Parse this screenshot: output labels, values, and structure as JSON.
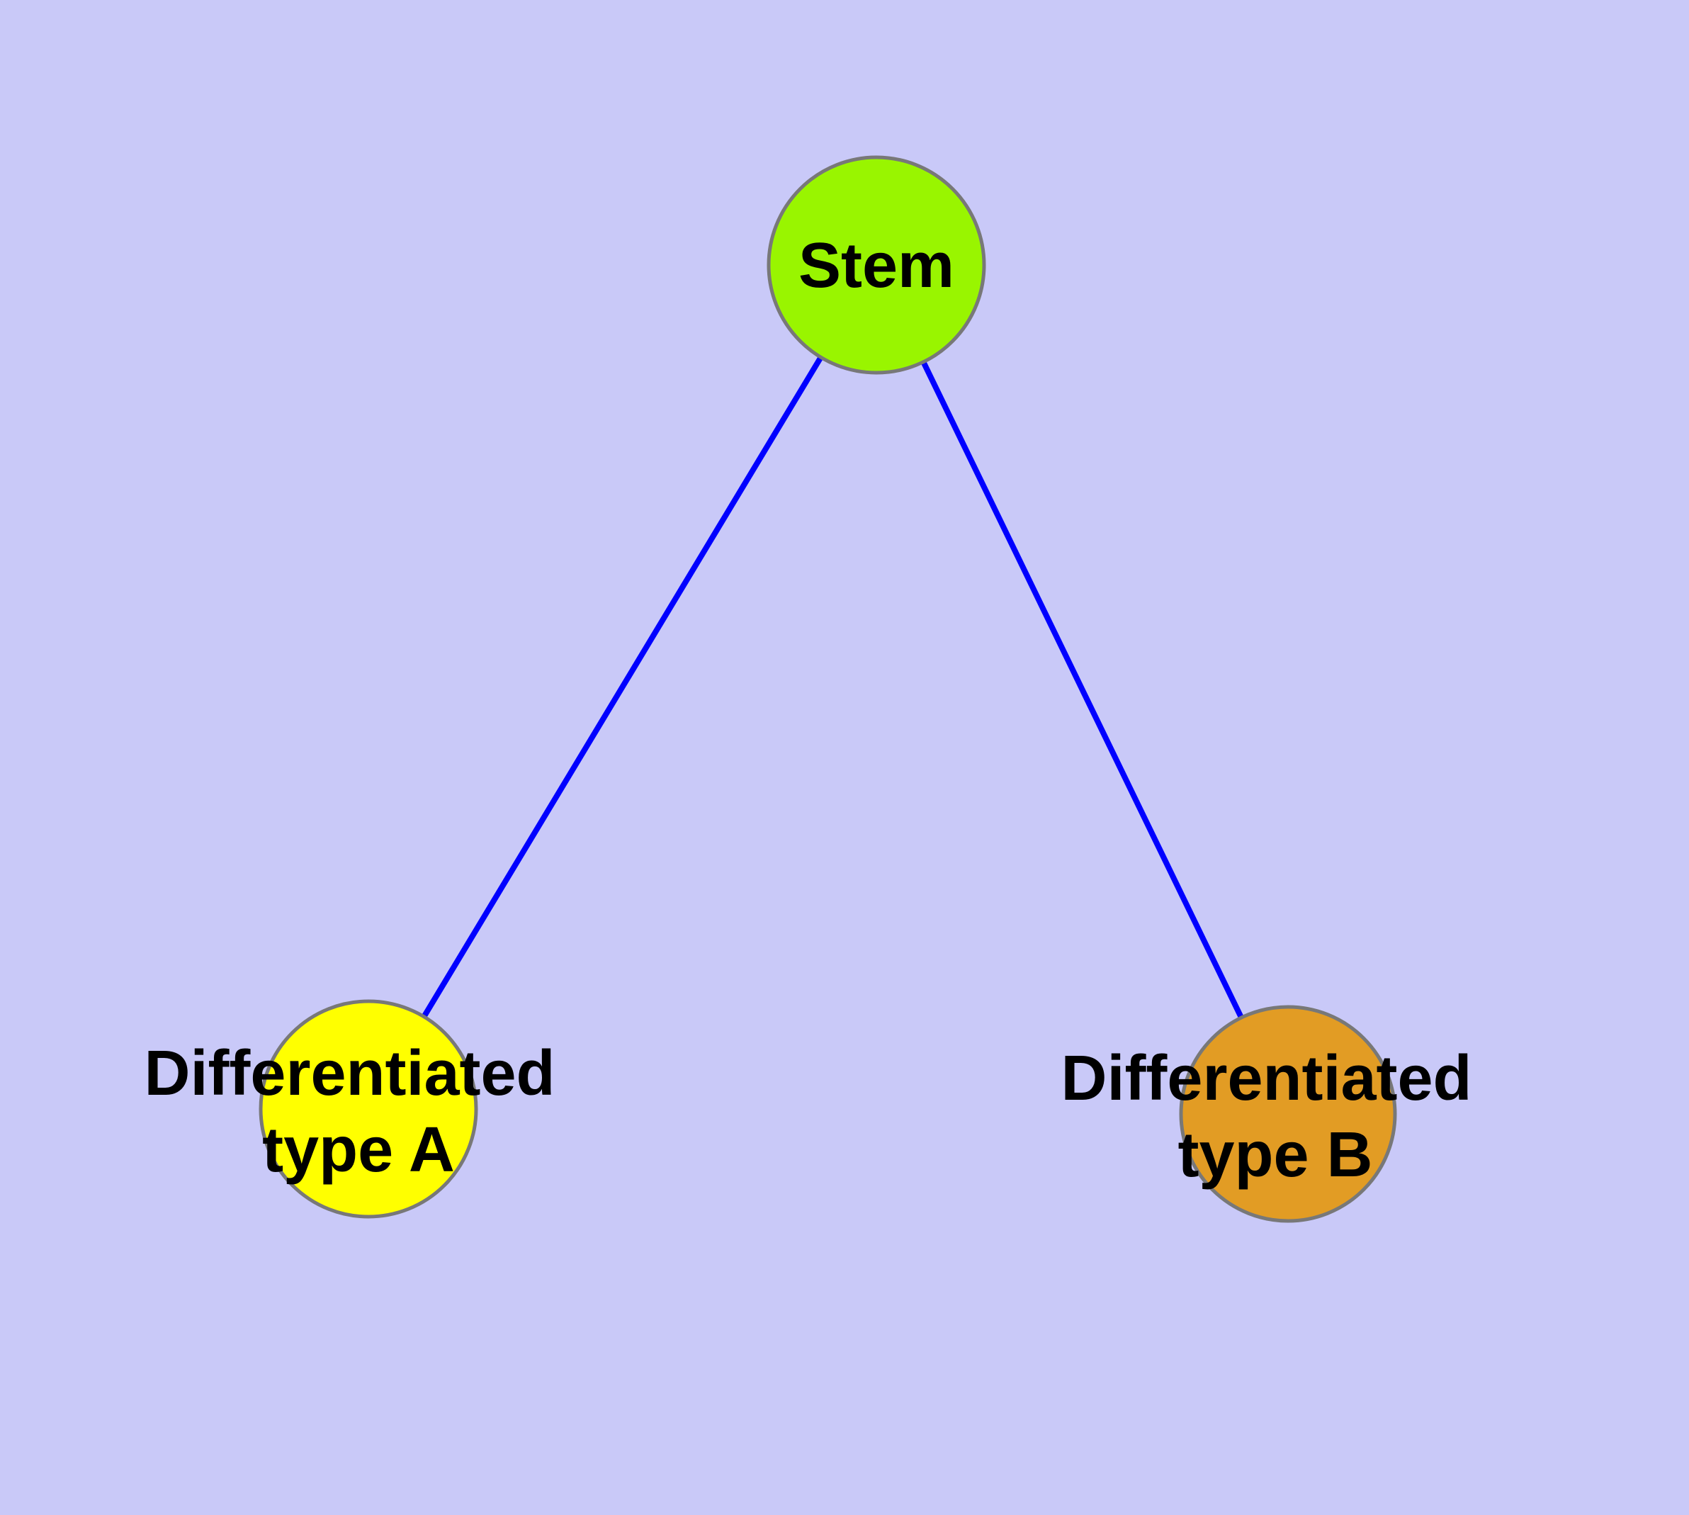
{
  "diagram": {
    "description": "Stem cell differentiation graph with one stem node and two differentiated cell type nodes",
    "colors": {
      "background": "#C9C9F8",
      "edge": "#0000FF",
      "node_border": "#787878",
      "label": "#000000"
    },
    "nodes": [
      {
        "id": "stem",
        "label": "Stem",
        "line1": "Stem",
        "line2": "",
        "fill": "#99F500"
      },
      {
        "id": "differentiated-type-a",
        "label": "Differentiated type A",
        "line1": "Differentiated",
        "line2": "type A",
        "fill": "#FFFF00"
      },
      {
        "id": "differentiated-type-b",
        "label": "Differentiated type B",
        "line1": "Differentiated",
        "line2": "type B",
        "fill": "#E29C24"
      }
    ],
    "edges": [
      {
        "from": "stem",
        "to": "differentiated-type-a"
      },
      {
        "from": "stem",
        "to": "differentiated-type-b"
      }
    ]
  }
}
